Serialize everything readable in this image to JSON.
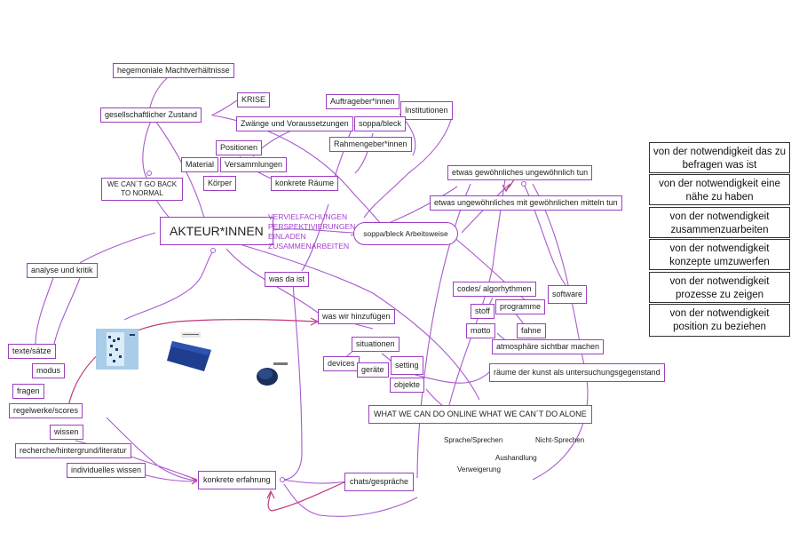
{
  "center": "AKTEUR*INNEN",
  "nodes": {
    "hegemonial": "hegemoniale Machtverhältnisse",
    "krise": "KRISE",
    "gesellschaft": "gesellschaftlicher Zustand",
    "auftraggeber": "Auftrageber*innen",
    "institutionen": "Institutionen",
    "zwaenge": "Zwänge und Voraussetzungen",
    "soppa": "soppa/bleck",
    "rahmengeber": "Rahmengeber*innen",
    "positionen": "Positionen",
    "material": "Material",
    "versammlungen": "Versammlungen",
    "koerper": "Körper",
    "konkrete_raeume": "konkrete Räume",
    "wecant": "WE CAN´T GO BACK TO NORMAL",
    "gewoehnlich": "etwas gewöhnliches ungewöhnlich tun",
    "ungewoehnlich": "etwas ungewöhnliches mit gewöhnlichen mitteln tun",
    "arbeitsweise": "soppa/bleck Arbeitsweise",
    "analyse": "analyse und kritik",
    "wasdaist": "was da ist",
    "codes": "codes/ algorhythmen",
    "software": "software",
    "stoff": "stoff",
    "programme": "programme",
    "motto": "motto",
    "fahne": "fahne",
    "atmosphaere": "atmosphäre sichtbar machen",
    "waswir": "was wir hinzufügen",
    "situationen": "situationen",
    "devices": "devices",
    "geraete": "geräte",
    "setting": "setting",
    "objekte": "objekte",
    "raeume_kunst": "räume der kunst als untersuchungsgegenstand",
    "online": "WHAT WE CAN DO ONLINE WHAT WE CAN´T DO ALONE",
    "texte": "texte/sätze",
    "modus": "modus",
    "fragen": "fragen",
    "regelwerke": "regelwerke/scores",
    "wissen": "wissen",
    "recherche": "recherche/hintergrund/literatur",
    "individuell": "individuelles wissen",
    "konkrete_erfahrung": "konkrete erfahrung",
    "chats": "chats/gespräche"
  },
  "purple_text": [
    "VERVIELFACHUNGEN",
    "PERSPEKTIVIERUNGEN",
    "EINLADEN",
    "ZUSAMMENARBEITEN"
  ],
  "free_text": {
    "sprache": "Sprache/Sprechen",
    "nicht": "Nicht-Sprechen",
    "aushandlung": "Aushandlung",
    "verweigerung": "Verweigerung"
  },
  "notes": [
    "von der notwendigkeit das zu befragen was ist",
    "von der notwendigkeit eine nähe zu haben",
    "von der notwendigkeit zusammenzuarbeiten",
    "von der notwendigkeit konzepte umzuwerfen",
    "von der notwendigkeit prozesse zu zeigen",
    "von der notwendigkeit position zu beziehen"
  ],
  "colors": {
    "node_border": "#9b3fbf",
    "line": "#a85ad0",
    "accent_line": "#c03a7a",
    "note_border": "#333333"
  }
}
